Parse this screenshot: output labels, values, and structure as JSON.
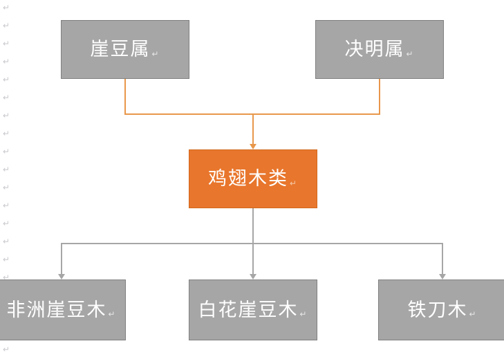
{
  "document": {
    "type": "flow-diagram",
    "title_topic": "鸡翅木类分类图",
    "paragraph_mark_glyph": "↵",
    "paragraph_mark_count": 19
  },
  "colors": {
    "gray_fill": "#a6a6a6",
    "gray_border": "#7f7f7f",
    "orange_fill": "#e8762c",
    "orange_border": "#d2691d",
    "orange_connector": "#e8974a",
    "gray_connector": "#a6a6a6",
    "node_text": "#ffffff",
    "page_background": "#ffffff",
    "paragraph_mark": "#c9c9cf"
  },
  "nodes": {
    "parents": [
      {
        "id": "genus-millettia",
        "label": "崖豆属",
        "mark": "↵",
        "style": "gray"
      },
      {
        "id": "genus-senna",
        "label": "决明属",
        "mark": "↵",
        "style": "gray"
      }
    ],
    "center": {
      "id": "wenge-category",
      "label": "鸡翅木类",
      "mark": "↵",
      "style": "orange"
    },
    "children": [
      {
        "id": "afrormosia",
        "label": "非洲崖豆木",
        "mark": "↵",
        "style": "gray"
      },
      {
        "id": "millettia-leucantha",
        "label": "白花崖豆木",
        "mark": "↵",
        "style": "gray"
      },
      {
        "id": "senna-siamea",
        "label": "铁刀木",
        "mark": "↵",
        "style": "gray"
      }
    ]
  },
  "connectors": [
    {
      "id": "millettia-to-wenge",
      "from": "genus-millettia",
      "to": "wenge-category",
      "color": "orange",
      "arrowhead": true
    },
    {
      "id": "senna-to-wenge",
      "from": "genus-senna",
      "to": "wenge-category",
      "color": "orange",
      "arrowhead": true
    },
    {
      "id": "wenge-to-afrormosia",
      "from": "wenge-category",
      "to": "afrormosia",
      "color": "gray",
      "arrowhead": true
    },
    {
      "id": "wenge-to-leucantha",
      "from": "wenge-category",
      "to": "millettia-leucantha",
      "color": "gray",
      "arrowhead": true
    },
    {
      "id": "wenge-to-siamea",
      "from": "wenge-category",
      "to": "senna-siamea",
      "color": "gray",
      "arrowhead": true
    }
  ]
}
